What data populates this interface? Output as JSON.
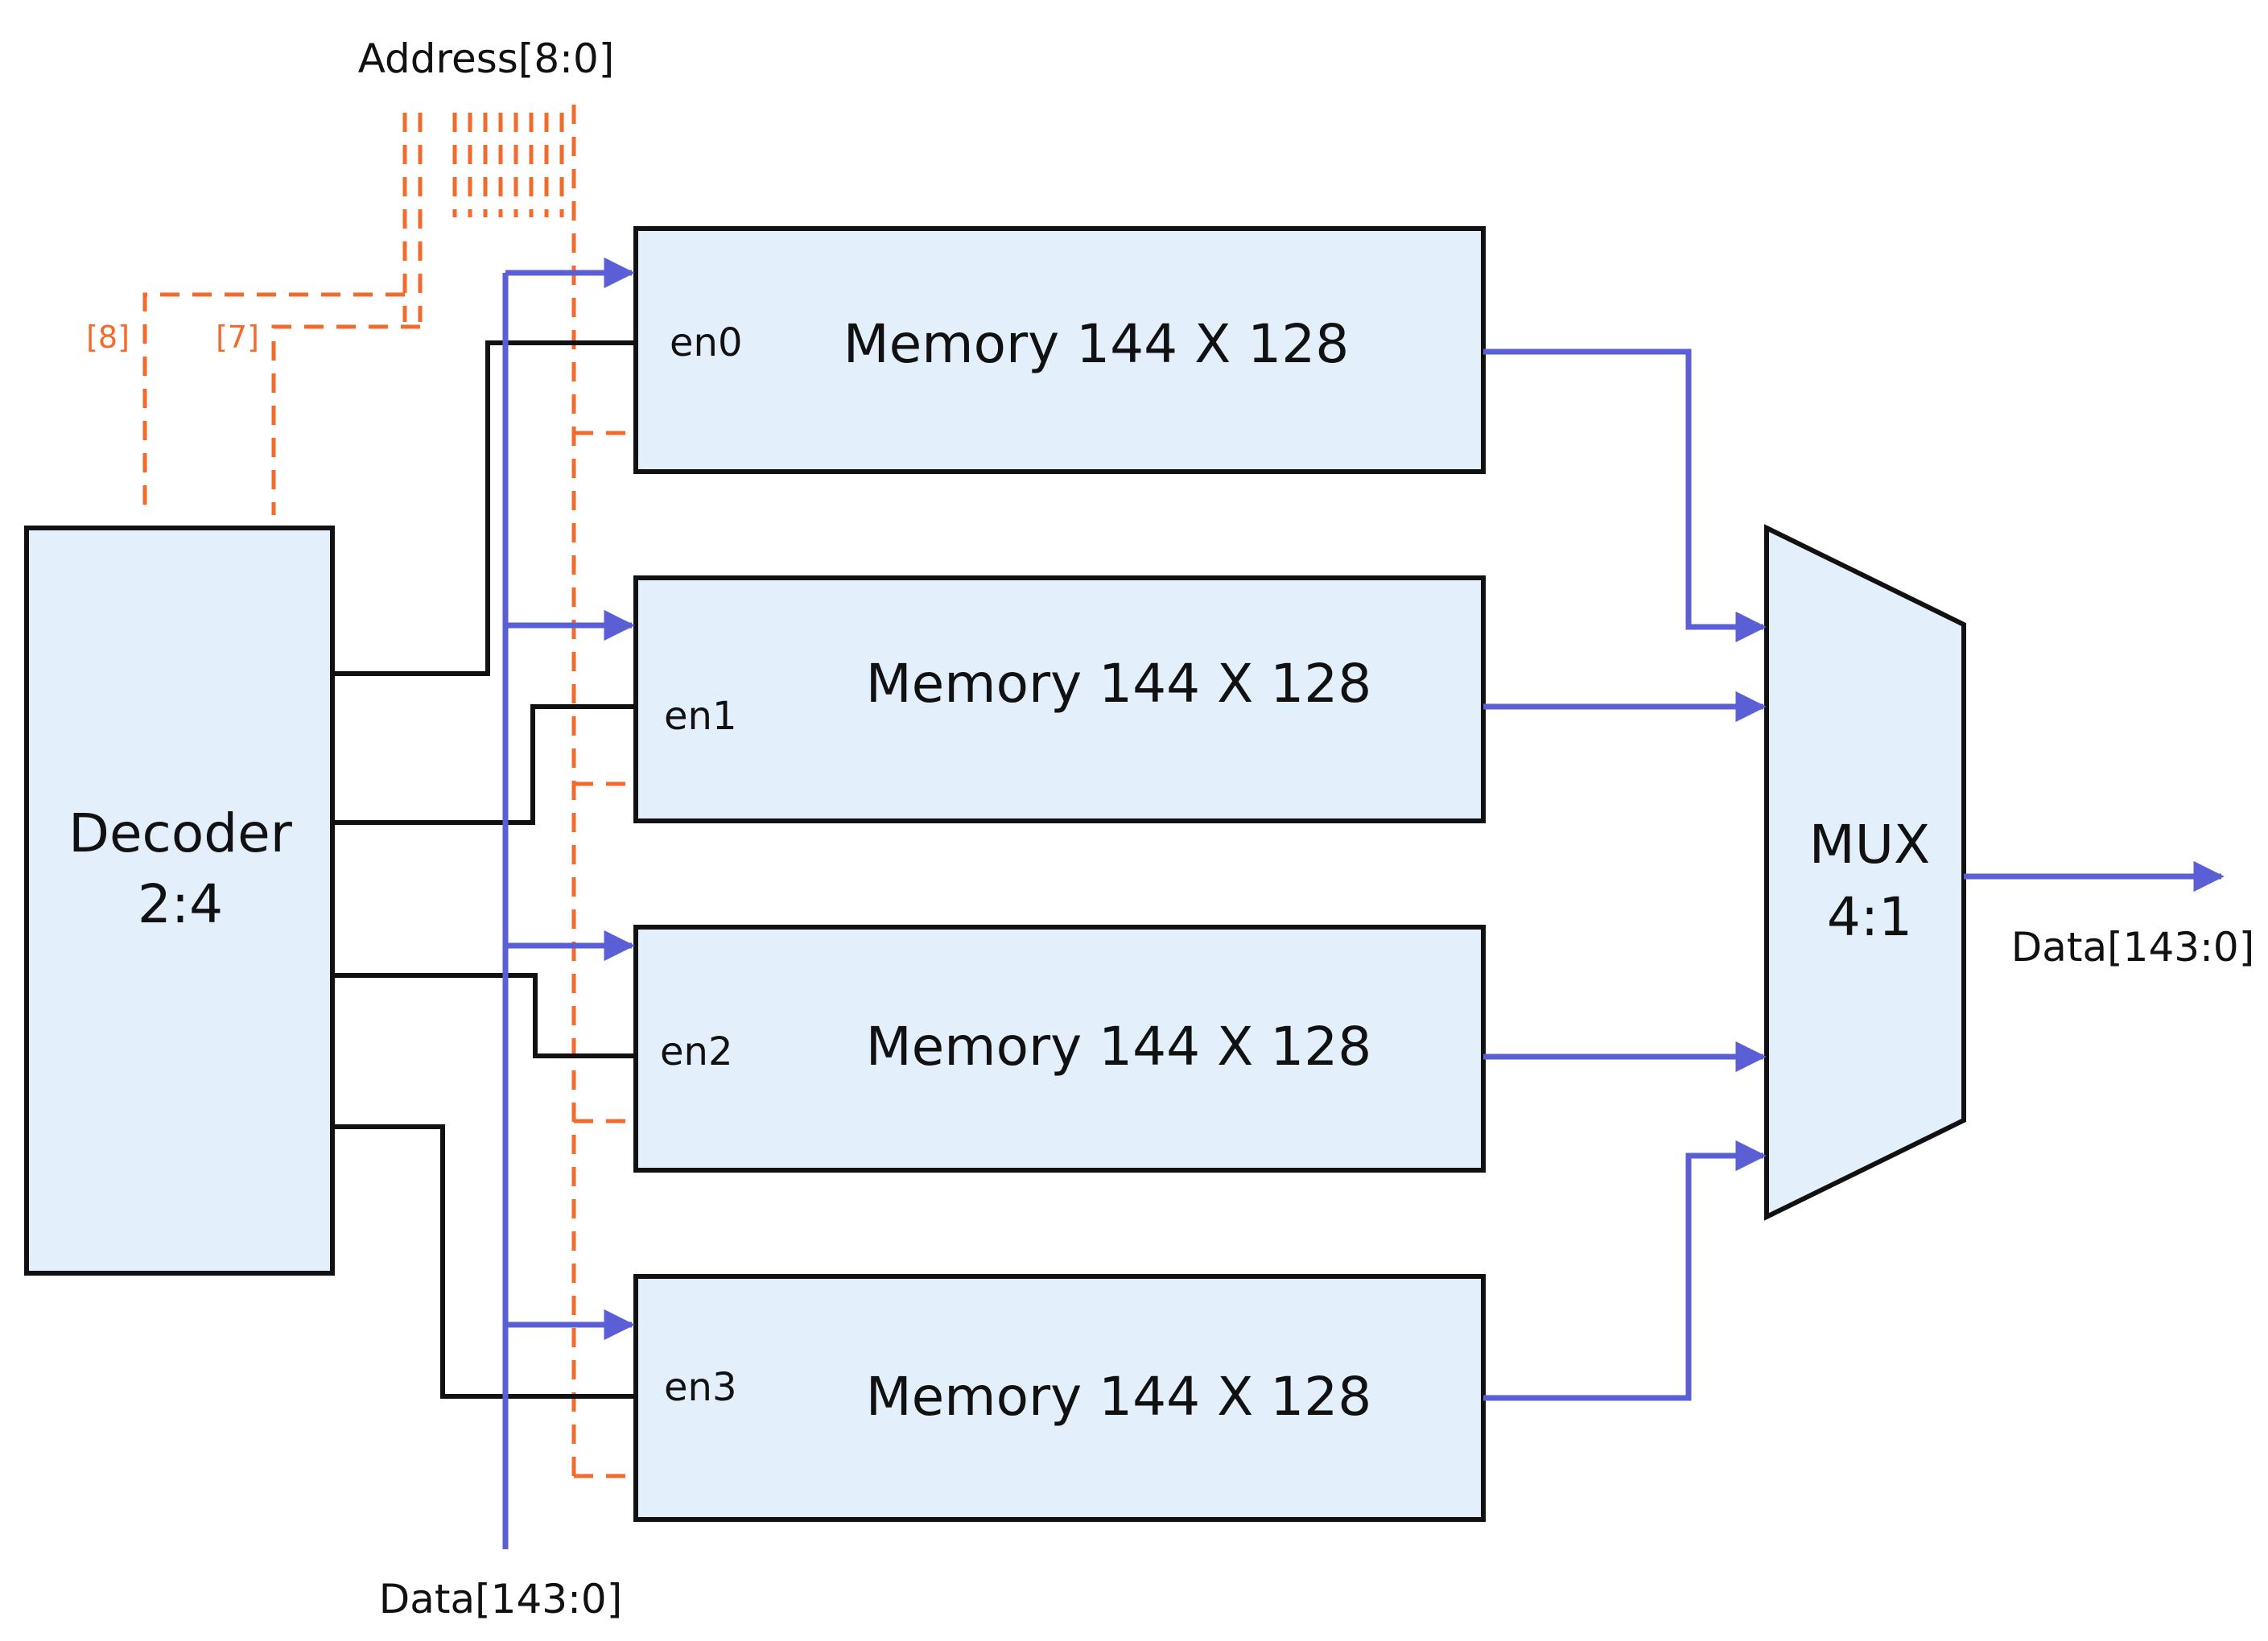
{
  "colors": {
    "block_fill": "#e3f0fb",
    "block_stroke": "#111111",
    "data_bus": "#5b5fd6",
    "address_bus": "#f26a2c",
    "enable_line": "#111111"
  },
  "labels": {
    "address_bus": "Address[8:0]",
    "address_bit_8": "[8]",
    "address_bit_7": "[7]",
    "data_in": "Data[143:0]",
    "data_out": "Data[143:0]"
  },
  "decoder": {
    "line1": "Decoder",
    "line2": "2:4"
  },
  "mux": {
    "line1": "MUX",
    "line2": "4:1"
  },
  "memories": [
    {
      "label": "Memory 144 X 128",
      "enable": "en0"
    },
    {
      "label": "Memory 144 X 128",
      "enable": "en1"
    },
    {
      "label": "Memory 144 X 128",
      "enable": "en2"
    },
    {
      "label": "Memory 144 X 128",
      "enable": "en3"
    }
  ]
}
